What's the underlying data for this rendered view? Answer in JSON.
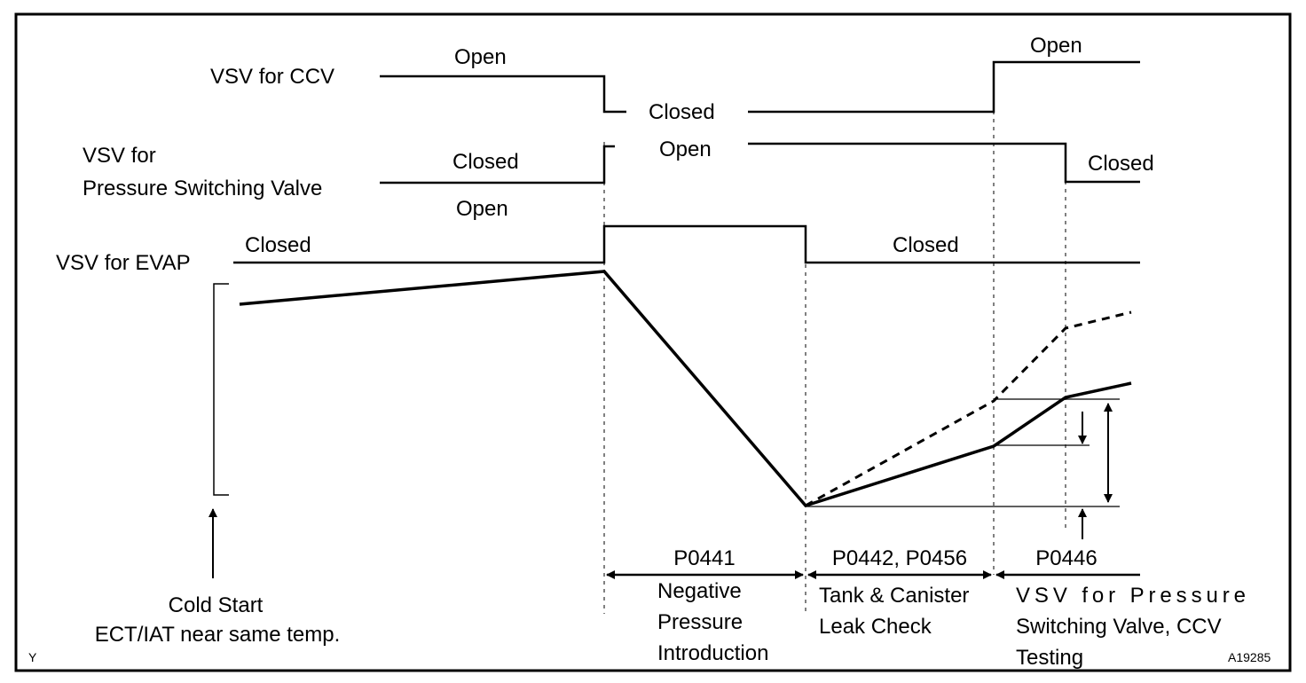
{
  "signals": {
    "ccv": {
      "label": "VSV for CCV",
      "state_open_1": "Open",
      "state_closed": "Closed",
      "state_open_2": "Open"
    },
    "psv": {
      "label_line1": "VSV for",
      "label_line2": "Pressure Switching Valve",
      "state_closed_1": "Closed",
      "state_open": "Open",
      "state_closed_2": "Closed"
    },
    "evap": {
      "label": "VSV for EVAP",
      "state_closed_1": "Closed",
      "state_open": "Open",
      "state_closed_2": "Closed"
    }
  },
  "cold_start": {
    "line1": "Cold Start",
    "line2": "ECT/IAT near same temp."
  },
  "phases": [
    {
      "code": "P0441",
      "desc_line1": "Negative",
      "desc_line2": "Pressure",
      "desc_line3": "Introduction"
    },
    {
      "code": "P0442, P0456",
      "desc_line1": "Tank & Canister",
      "desc_line2": "Leak Check"
    },
    {
      "code": "P0446",
      "desc_line1": "VSV for Pressure",
      "desc_line2": "Switching Valve, CCV",
      "desc_line3": "Testing"
    }
  ],
  "corner_left": "Y",
  "figure_id": "A19285"
}
